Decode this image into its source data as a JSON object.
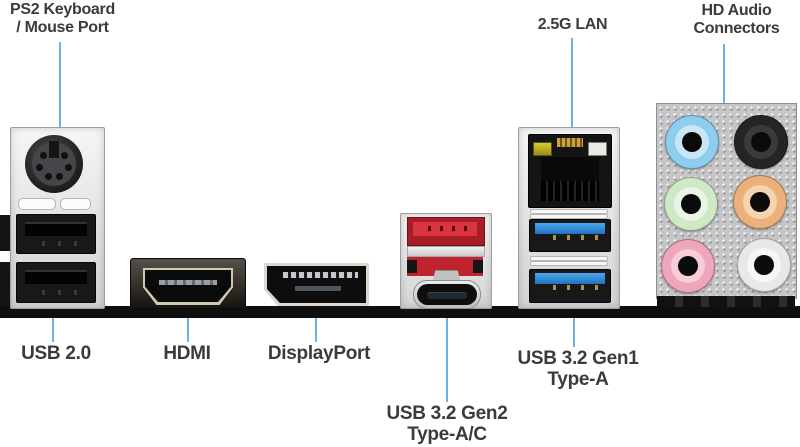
{
  "title": "Motherboard rear I/O ports diagram",
  "colors": {
    "arrow": "#6fb1e3",
    "label_text": "#3b3b3d",
    "pcb_bar": "#0f0f0f",
    "usb2_port_black": "#181818",
    "usb_gen2_red": "#c0242e",
    "usb_gen1_blue": "#2f8fdd",
    "bezel_silver": "#e6e6e6",
    "lan_led_left": "#c8b820",
    "lan_led_right": "#e9e9e5"
  },
  "callouts": {
    "ps2": {
      "line1": "PS2 Keyboard",
      "line2": "/ Mouse Port"
    },
    "lan": {
      "line1": "2.5G LAN"
    },
    "audio": {
      "line1": "HD Audio",
      "line2": "Connectors"
    },
    "usb2": {
      "line1": "USB 2.0"
    },
    "hdmi": {
      "line1": "HDMI"
    },
    "displayport": {
      "line1": "DisplayPort"
    },
    "usb32_gen2": {
      "line1": "USB 3.2 Gen2",
      "line2": "Type-A/C"
    },
    "usb32_gen1": {
      "line1": "USB 3.2 Gen1",
      "line2": "Type-A"
    }
  },
  "audio_jacks": [
    {
      "name": "light-blue",
      "ring": "#8fcdef",
      "mid": "#c9e6f7"
    },
    {
      "name": "black",
      "ring": "#252525",
      "mid": "#3a3a3a"
    },
    {
      "name": "green",
      "ring": "#cde9c6",
      "mid": "#e9f5e5"
    },
    {
      "name": "orange",
      "ring": "#eab17b",
      "mid": "#f6d4ae"
    },
    {
      "name": "pink",
      "ring": "#efa5ba",
      "mid": "#f8cdd9"
    },
    {
      "name": "white",
      "ring": "#e8e8e8",
      "mid": "#f6f6f6"
    }
  ]
}
